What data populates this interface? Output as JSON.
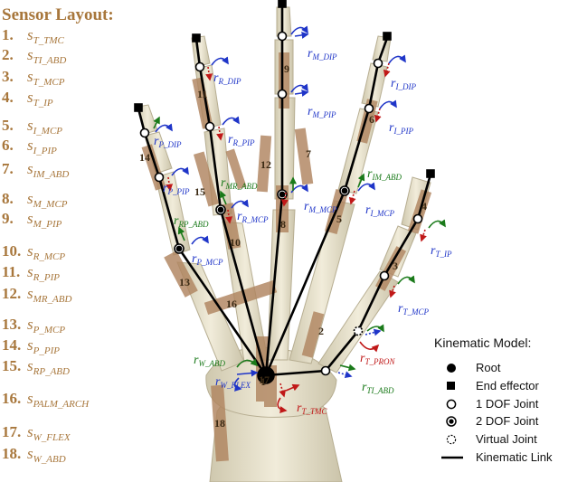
{
  "sensor_layout": {
    "title": "Sensor Layout:",
    "items": [
      {
        "num": "1.",
        "s": "s",
        "sub": "T_TMC"
      },
      {
        "num": "2.",
        "s": "s",
        "sub": "TI_ABD"
      },
      {
        "num": "3.",
        "s": "s",
        "sub": "T_MCP"
      },
      {
        "num": "4.",
        "s": "s",
        "sub": "T_IP"
      },
      {
        "num": "5.",
        "s": "s",
        "sub": "I_MCP"
      },
      {
        "num": "6.",
        "s": "s",
        "sub": "I_PIP"
      },
      {
        "num": "7.",
        "s": "s",
        "sub": "IM_ABD"
      },
      {
        "num": "8.",
        "s": "s",
        "sub": "M_MCP"
      },
      {
        "num": "9.",
        "s": "s",
        "sub": "M_PIP"
      },
      {
        "num": "10.",
        "s": "s",
        "sub": "R_MCP"
      },
      {
        "num": "11.",
        "s": "s",
        "sub": "R_PIP"
      },
      {
        "num": "12.",
        "s": "s",
        "sub": "MR_ABD"
      },
      {
        "num": "13.",
        "s": "s",
        "sub": "P_MCP"
      },
      {
        "num": "14.",
        "s": "s",
        "sub": "P_PIP"
      },
      {
        "num": "15.",
        "s": "s",
        "sub": "RP_ABD"
      },
      {
        "num": "16.",
        "s": "s",
        "sub": "PALM_ARCH"
      },
      {
        "num": "17.",
        "s": "s",
        "sub": "W_FLEX"
      },
      {
        "num": "18.",
        "s": "s",
        "sub": "W_ABD"
      }
    ]
  },
  "sensor_numbers": [
    "1",
    "2",
    "3",
    "4",
    "5",
    "6",
    "7",
    "8",
    "9",
    "10",
    "11",
    "12",
    "13",
    "14",
    "15",
    "16",
    "17",
    "18"
  ],
  "joint_labels": [
    {
      "r": "r",
      "sub": "M_DIP",
      "color": "#1f35c8"
    },
    {
      "r": "r",
      "sub": "M_PIP",
      "color": "#1f35c8"
    },
    {
      "r": "r",
      "sub": "M_MCP",
      "color": "#1f35c8"
    },
    {
      "r": "r",
      "sub": "R_DIP",
      "color": "#1f35c8"
    },
    {
      "r": "r",
      "sub": "R_PIP",
      "color": "#1f35c8"
    },
    {
      "r": "r",
      "sub": "R_MCP",
      "color": "#1f35c8"
    },
    {
      "r": "r",
      "sub": "MR_ABD",
      "color": "#1a7a1a"
    },
    {
      "r": "r",
      "sub": "I_DIP",
      "color": "#1f35c8"
    },
    {
      "r": "r",
      "sub": "I_PIP",
      "color": "#1f35c8"
    },
    {
      "r": "r",
      "sub": "I_MCP",
      "color": "#1f35c8"
    },
    {
      "r": "r",
      "sub": "IM_ABD",
      "color": "#1a7a1a"
    },
    {
      "r": "r",
      "sub": "P_DIP",
      "color": "#1f35c8"
    },
    {
      "r": "r",
      "sub": "P_PIP",
      "color": "#1f35c8"
    },
    {
      "r": "r",
      "sub": "P_MCP",
      "color": "#1f35c8"
    },
    {
      "r": "r",
      "sub": "RP_ABD",
      "color": "#1a7a1a"
    },
    {
      "r": "r",
      "sub": "T_IP",
      "color": "#1f35c8"
    },
    {
      "r": "r",
      "sub": "T_MCP",
      "color": "#1f35c8"
    },
    {
      "r": "r",
      "sub": "T_PRON",
      "color": "#c01818"
    },
    {
      "r": "r",
      "sub": "TI_ABD",
      "color": "#1a7a1a"
    },
    {
      "r": "r",
      "sub": "T_TMC",
      "color": "#c01818"
    },
    {
      "r": "r",
      "sub": "W_ABD",
      "color": "#1a7a1a"
    },
    {
      "r": "r",
      "sub": "W_FLEX",
      "color": "#1f35c8"
    }
  ],
  "legend": {
    "title": "Kinematic Model:",
    "items": [
      "Root",
      "End effector",
      "1 DOF Joint",
      "2 DOF Joint",
      "Virtual Joint",
      "Kinematic Link"
    ]
  },
  "colors": {
    "sensor_text": "#a8773c",
    "bone": "#e9e3cd",
    "sensor_strip": "#b08560",
    "flexion_axis": "#1f35c8",
    "abduction_axis": "#1a7a1a",
    "rotation_axis": "#c01818",
    "link": "#000000"
  }
}
